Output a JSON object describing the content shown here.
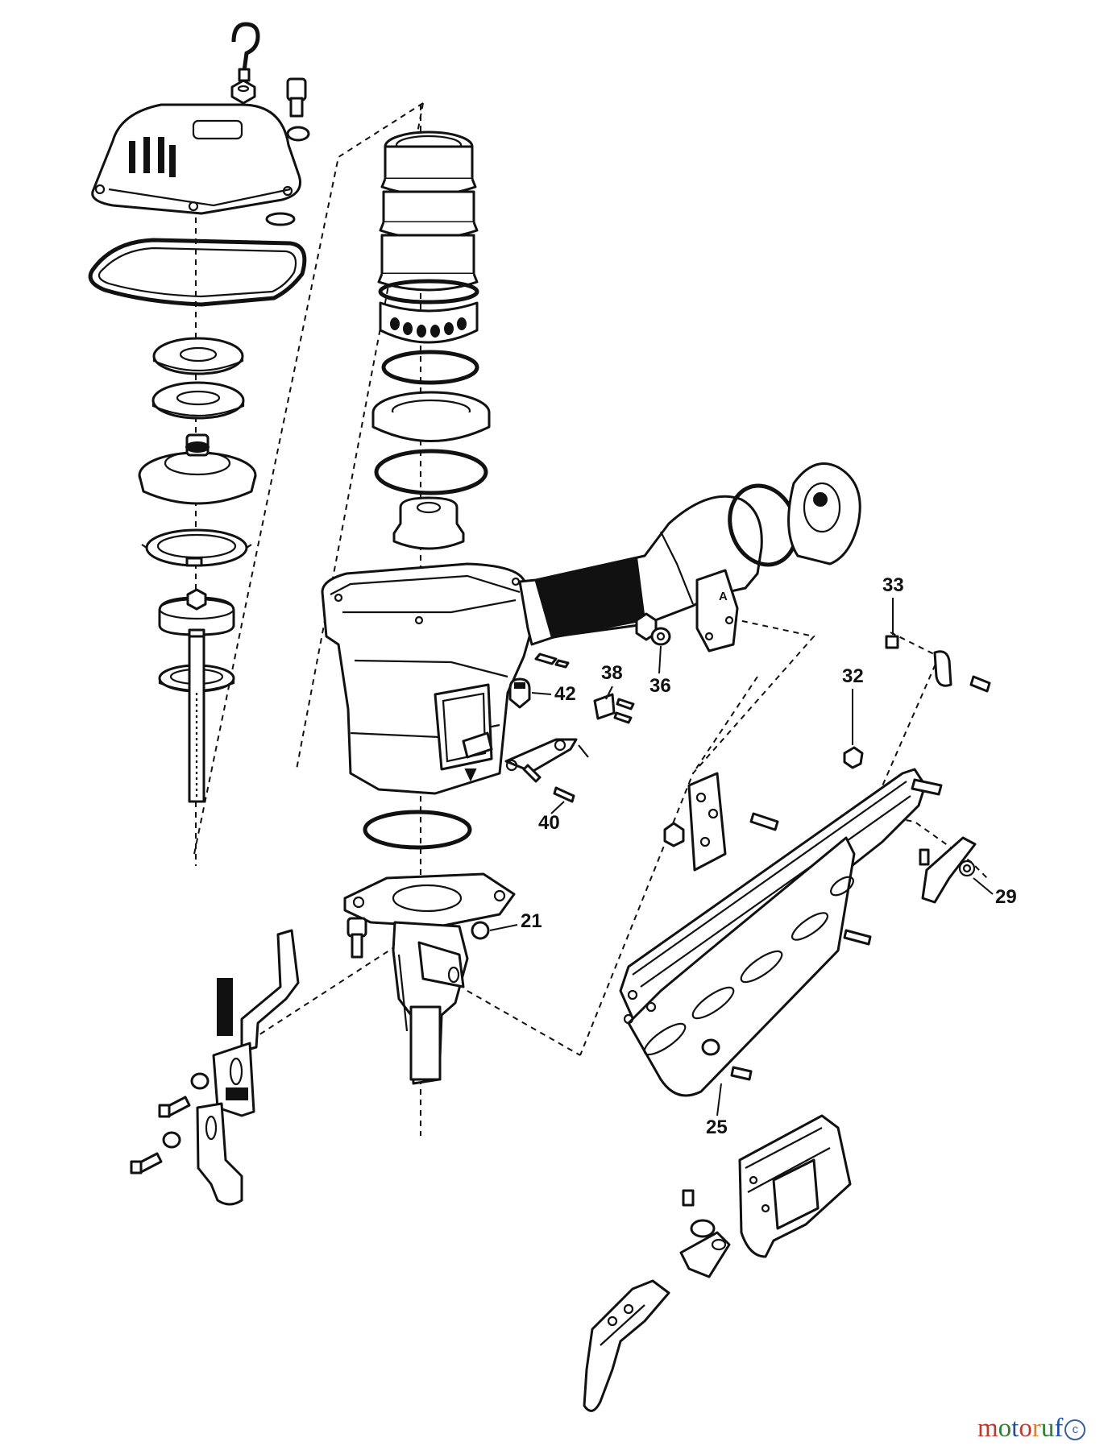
{
  "diagram": {
    "callouts": [
      {
        "id": "33",
        "text": "33"
      },
      {
        "id": "32",
        "text": "32"
      },
      {
        "id": "38",
        "text": "38"
      },
      {
        "id": "42",
        "text": "42"
      },
      {
        "id": "36",
        "text": "36"
      },
      {
        "id": "40",
        "text": "40"
      },
      {
        "id": "29",
        "text": "29"
      },
      {
        "id": "21",
        "text": "21"
      },
      {
        "id": "25",
        "text": "25"
      }
    ],
    "view_marker": "A"
  },
  "watermark": {
    "text": "motoruf",
    "letter_colors": [
      "#c0392b",
      "#2e7d32",
      "#1f4fa0",
      "#c0392b",
      "#e67e22",
      "#2e7d32",
      "#1f4fa0"
    ],
    "badge": "c"
  }
}
